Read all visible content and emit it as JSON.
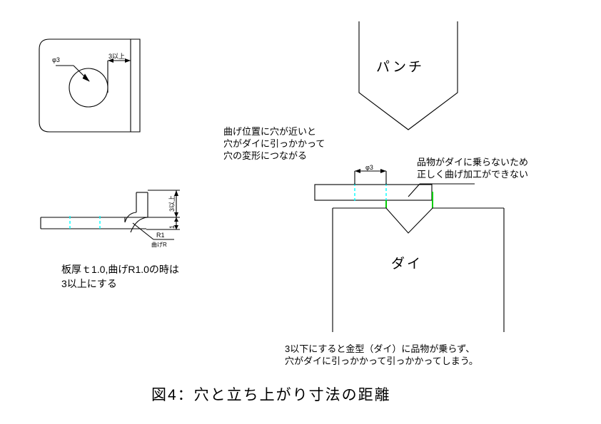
{
  "figure": {
    "title": "図4：穴と立ち上がり寸法の距離"
  },
  "top_left_plate": {
    "hole_label": "φ3",
    "edge_distance_label": "3以上"
  },
  "bend_detail": {
    "height_label": "3以上",
    "thickness_label": "1",
    "radius_label": "R1",
    "radius_note": "曲げR",
    "caption_line1": "板厚ｔ1.0,曲げR1.0の時は",
    "caption_line2": "3以上にする"
  },
  "annotations": {
    "near_bend": {
      "line1": "曲げ位置に穴が近いと",
      "line2": "穴がダイに引っかかって",
      "line3": "穴の変形につながる"
    },
    "not_seated": {
      "line1": "品物がダイに乗らないため",
      "line2": "正しく曲げ加工ができない"
    },
    "bottom_warning": {
      "line1": "3以下にすると金型（ダイ）に品物が乗らず、",
      "line2": "穴がダイに引っかかって引っかかってしまう。"
    }
  },
  "press": {
    "punch_label": "パンチ",
    "die_label": "ダイ",
    "workpiece_hole_label": "φ3"
  },
  "colors": {
    "line": "#000000",
    "hole_marker": "#00ffff",
    "contact_marker": "#00cc00",
    "background": "#ffffff"
  }
}
